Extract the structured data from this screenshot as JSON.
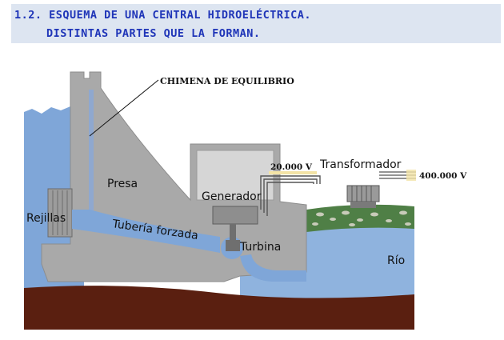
{
  "header": {
    "line1": "1.2. ESQUEMA DE UNA CENTRAL HIDROELÉCTRICA.",
    "line2": "DISTINTAS PARTES QUE LA FORMAN."
  },
  "diagram": {
    "labels": {
      "chimenea": "CHIMENA DE EQUILIBRIO",
      "presa": "Presa",
      "rejillas": "Rejillas",
      "tuberia": "Tubería forzada",
      "generador": "Generador",
      "turbina": "Turbina",
      "transformador": "Transformador",
      "voltaje_generador": "20.000 V",
      "voltaje_salida": "400.000 V",
      "rio": "Río"
    },
    "colors": {
      "header_bg": "#dde5f1",
      "header_text": "#1f35b8",
      "water": "#7fa6d8",
      "concrete": "#a9a9a9",
      "ground": "#5a1f10",
      "grass": "#4f7f46"
    }
  }
}
